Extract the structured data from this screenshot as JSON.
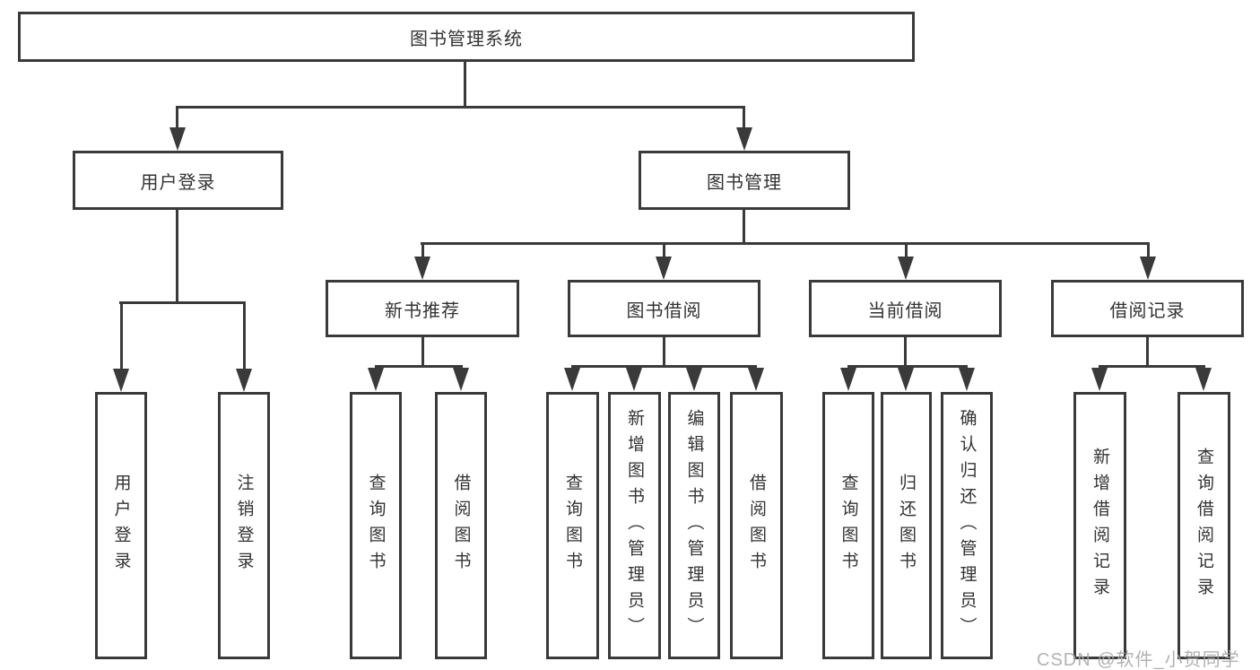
{
  "diagram_type": "hierarchy-tree",
  "tree": {
    "root": "图书管理系统",
    "branches": [
      {
        "label": "用户登录",
        "leaves": [
          "用户登录",
          "注销登录"
        ]
      },
      {
        "label": "图书管理",
        "groups": [
          {
            "label": "新书推荐",
            "leaves": [
              "查询图书",
              "借阅图书"
            ]
          },
          {
            "label": "图书借阅",
            "leaves": [
              "查询图书",
              "新增图书（管理员）",
              "编辑图书（管理员）",
              "借阅图书"
            ]
          },
          {
            "label": "当前借阅",
            "leaves": [
              "查询图书",
              "归还图书",
              "确认归还（管理员）"
            ]
          },
          {
            "label": "借阅记录",
            "leaves": [
              "新增借阅记录",
              "查询借阅记录"
            ]
          }
        ]
      }
    ]
  },
  "watermark": "CSDN @软件_小贺同学",
  "colors": {
    "line": "#3a3a3a",
    "text": "#333333",
    "box_background": "#ffffff",
    "watermark": "#aaaaaa",
    "page_background": "#ffffff"
  }
}
